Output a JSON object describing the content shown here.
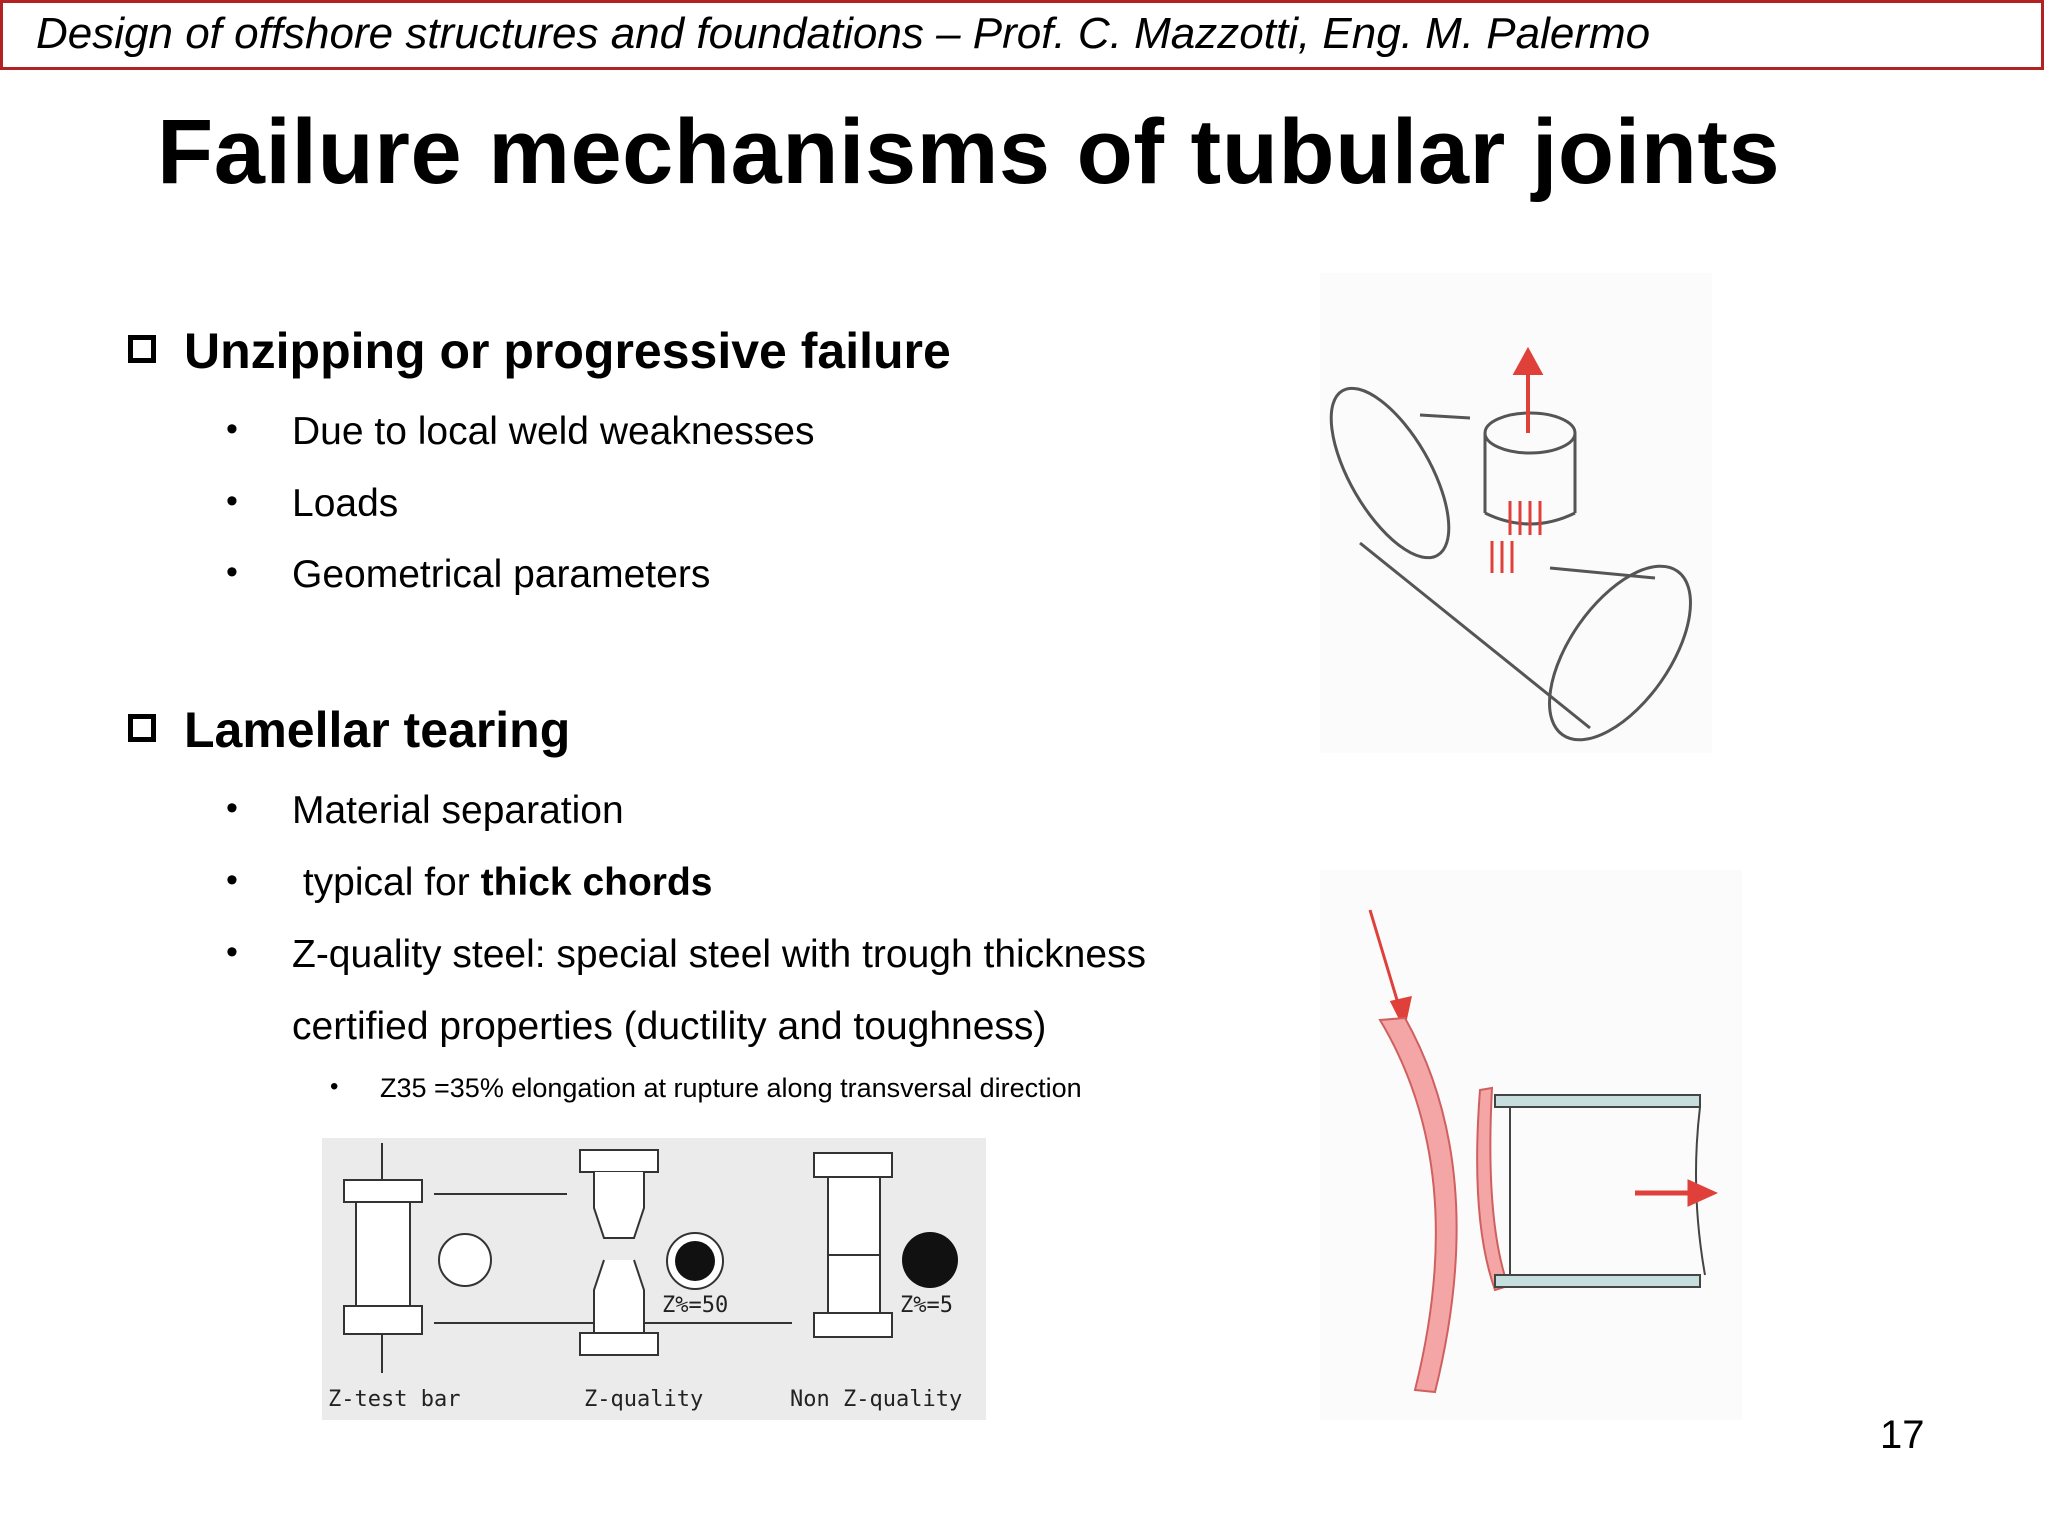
{
  "header": {
    "text": "Design of offshore structures and foundations –  Prof. C. Mazzotti, Eng. M. Palermo"
  },
  "slide": {
    "title": "Failure mechanisms of tubular joints",
    "page_number": "17"
  },
  "sections": [
    {
      "heading": "Unzipping or progressive failure",
      "bullets": [
        "Due to local weld weaknesses",
        "Loads",
        "Geometrical parameters"
      ]
    },
    {
      "heading": "Lamellar tearing",
      "bullets": [
        "Material separation",
        " typical for ",
        "Z-quality steel: special steel with trough thickness",
        "certified properties (ductility and toughness)"
      ],
      "bold_fragment": "thick chords",
      "sub_bullets": [
        "Z35 =35% elongation at rupture along transversal direction"
      ]
    }
  ],
  "figures": {
    "z_test": {
      "labels": {
        "test_bar": "Z-test bar",
        "z_quality": "Z-quality",
        "non_z_quality": "Non Z-quality",
        "z50": "Z%=50",
        "z5": "Z%=5"
      }
    },
    "colors": {
      "header_border": "#b22222",
      "arrow_red": "#e0403a",
      "tear_pink": "#f4a6a6"
    }
  }
}
